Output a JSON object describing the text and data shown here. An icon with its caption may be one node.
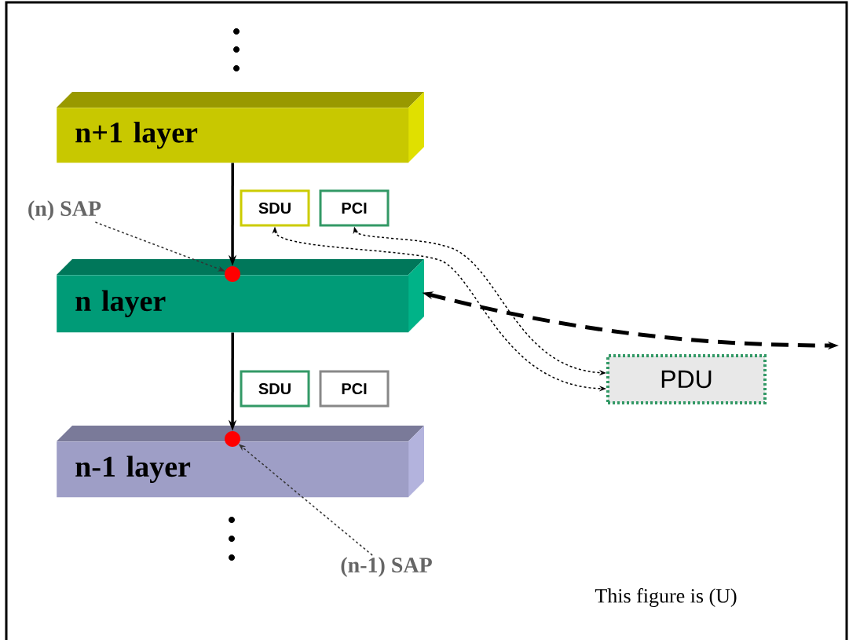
{
  "diagram": {
    "nodes": [
      {
        "text": [
          "n+1 layer"
        ]
      },
      {
        "text": [
          "SDU"
        ]
      },
      {
        "text": [
          "PCI"
        ]
      },
      {
        "text": [
          "n layer"
        ]
      },
      {
        "text": [
          "SDU"
        ]
      },
      {
        "text": [
          "PCI"
        ]
      },
      {
        "text": [
          "n-1 layer"
        ]
      },
      {
        "text": [
          "PDU"
        ]
      },
      {
        "text": [
          "(n) SAP"
        ]
      },
      {
        "text": [],
        "shape": "circle"
      },
      {
        "text": [
          "(n-1) SAP"
        ]
      },
      {
        "text": [],
        "shape": "circle"
      }
    ],
    "edges": [
      {
        "from": 0,
        "to": 9,
        "arrow": "to",
        "style": "thick"
      },
      {
        "from": 3,
        "to": 11,
        "arrow": "to",
        "style": "thick"
      },
      {
        "from": 8,
        "to": 9,
        "arrow": "to",
        "style": "dashed",
        "color": "#333333"
      },
      {
        "from": 10,
        "to": 11,
        "arrow": "to",
        "style": "dashed",
        "color": "#333333"
      },
      {
        "from": 1,
        "to": 7,
        "arrow": "both",
        "style": "dashed"
      },
      {
        "from": 2,
        "to": 7,
        "arrow": "both",
        "style": "dashed"
      },
      {
        "from": 3,
        "to": null,
        "arrow": "both",
        "style": "dashed"
      }
    ],
    "labels": [
      "This figure is (U)"
    ]
  }
}
